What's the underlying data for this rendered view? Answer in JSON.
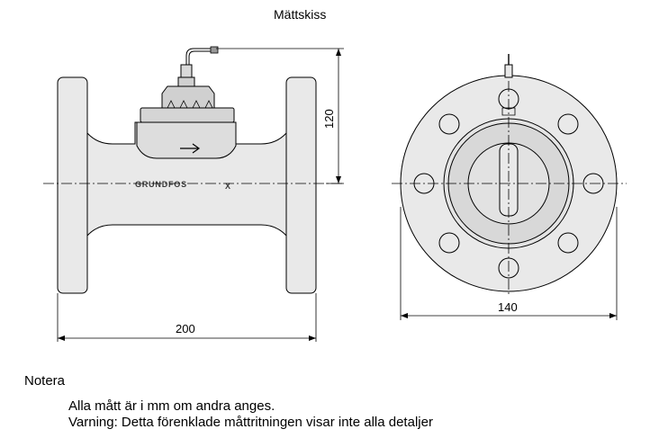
{
  "title": "Mättskiss",
  "side_view": {
    "brand_label": "GRUNDFOS",
    "brand_mark": "X",
    "dimension_length": "200",
    "dimension_height": "120"
  },
  "end_view": {
    "dimension_diameter": "140"
  },
  "notes": {
    "heading": "Notera",
    "lines": [
      "Alla mått är i mm om andra anges.",
      "Varning: Detta förenklade måttritningen visar inte alla detaljer"
    ]
  }
}
